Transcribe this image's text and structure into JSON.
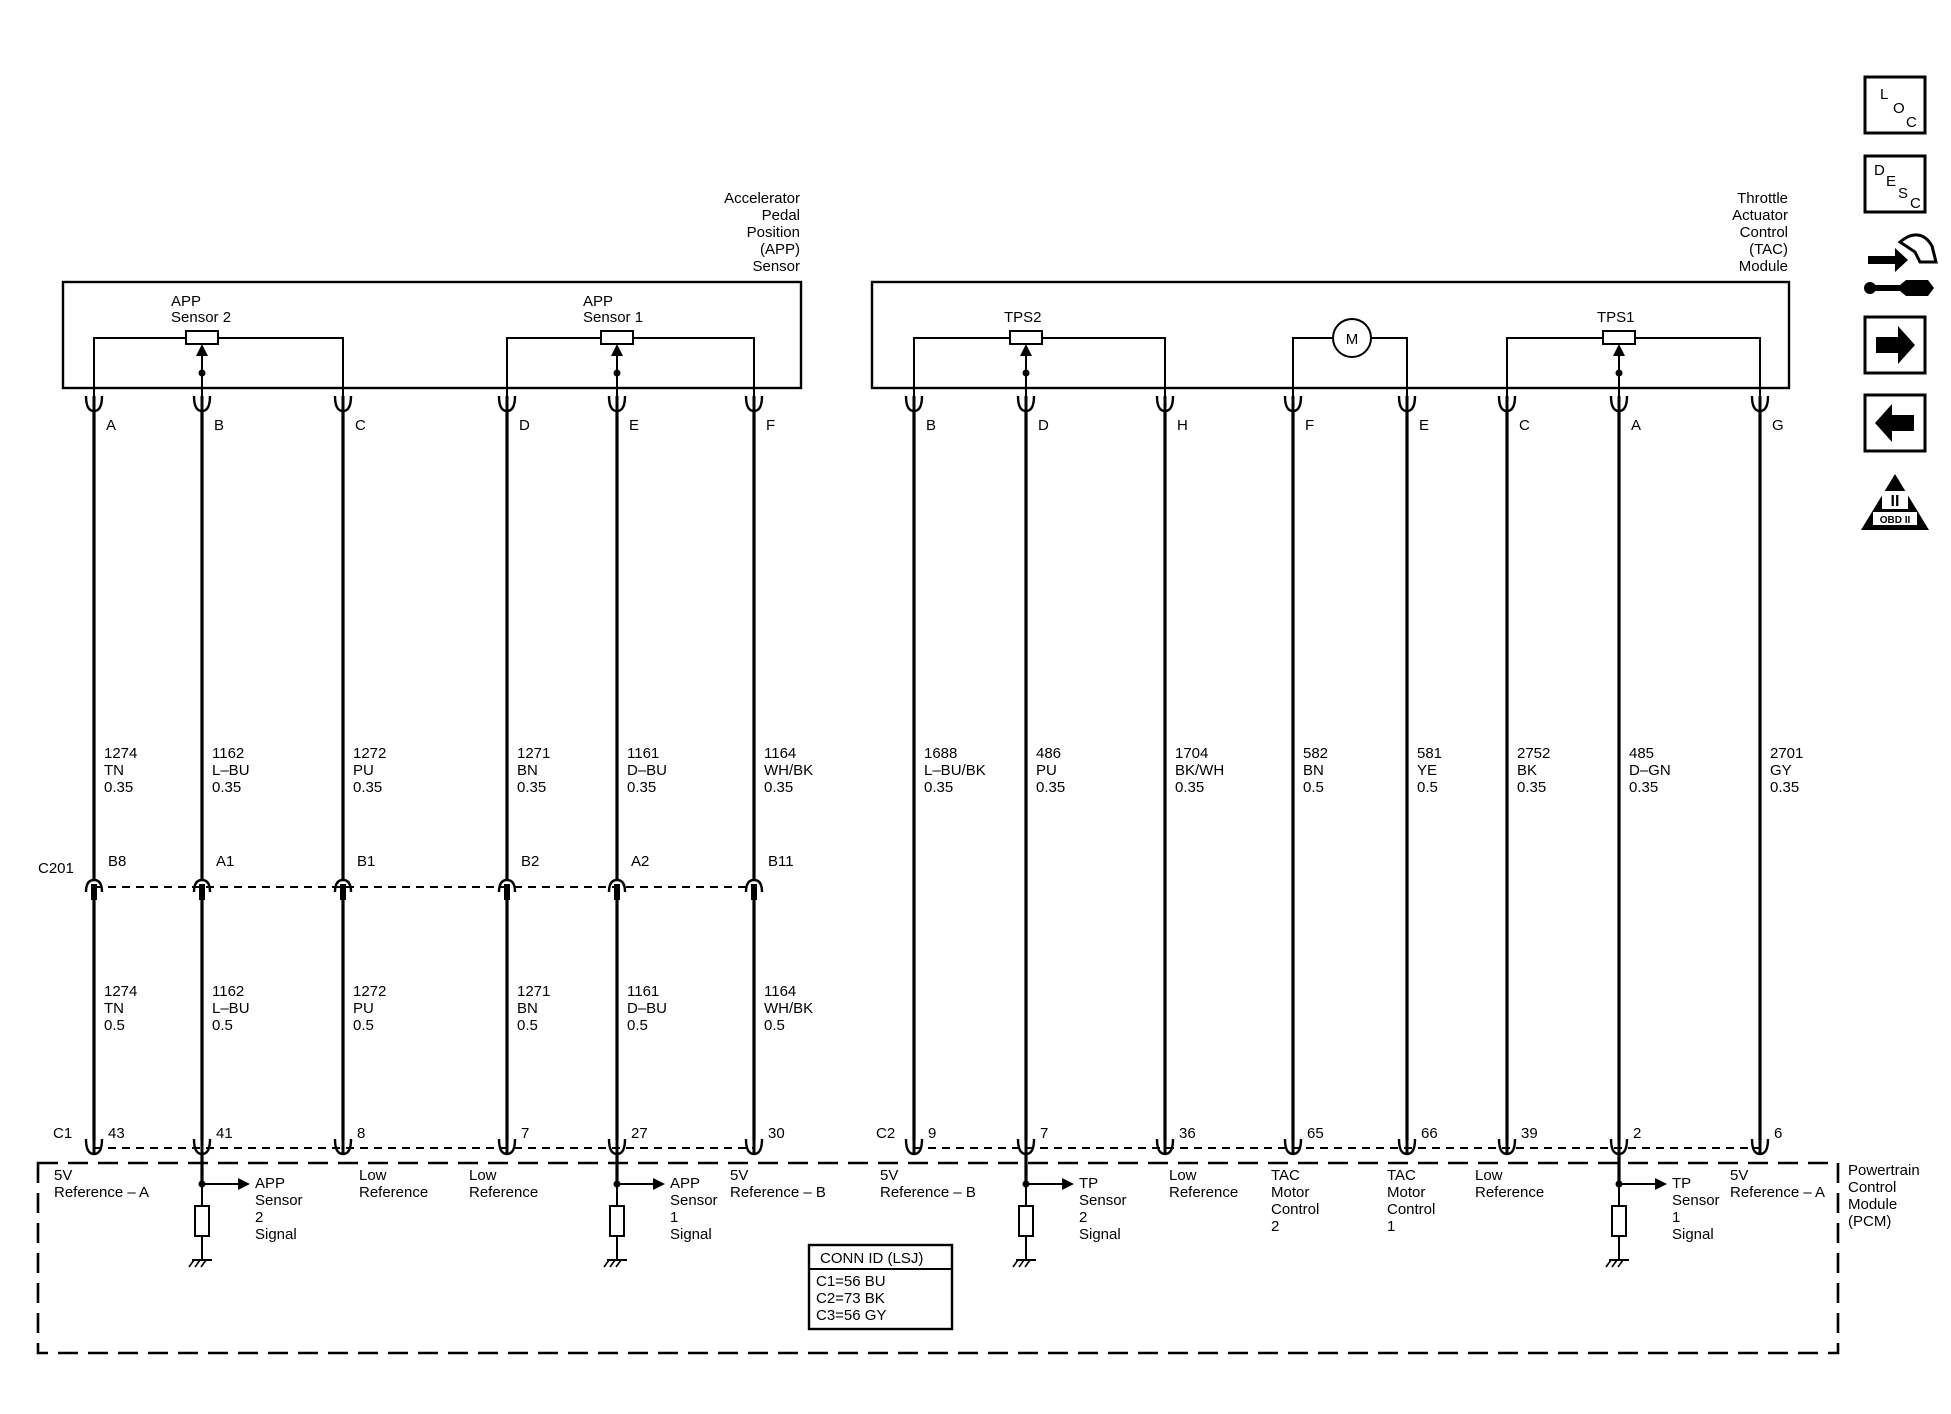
{
  "app_component": {
    "title_lines": [
      "Accelerator",
      "Pedal",
      "Position",
      "(APP)",
      "Sensor"
    ],
    "sensor2_label": [
      "APP",
      "Sensor 2"
    ],
    "sensor1_label": [
      "APP",
      "Sensor 1"
    ]
  },
  "tac_component": {
    "title_lines": [
      "Throttle",
      "Actuator",
      "Control",
      "(TAC)",
      "Module"
    ],
    "tps2_label": "TPS2",
    "tps1_label": "TPS1",
    "motor_label": "M"
  },
  "app_wires": [
    {
      "pin": "A",
      "upper": [
        "1274",
        "TN",
        "0.35"
      ],
      "c201_pin": "B8",
      "lower": [
        "1274",
        "TN",
        "0.5"
      ],
      "pcm_pin": "43",
      "pcm_label": [
        "5V",
        "Reference – A"
      ]
    },
    {
      "pin": "B",
      "upper": [
        "1162",
        "L–BU",
        "0.35"
      ],
      "c201_pin": "A1",
      "lower": [
        "1162",
        "L–BU",
        "0.5"
      ],
      "pcm_pin": "41",
      "pcm_label": [
        "APP",
        "Sensor",
        "2",
        "Signal"
      ]
    },
    {
      "pin": "C",
      "upper": [
        "1272",
        "PU",
        "0.35"
      ],
      "c201_pin": "B1",
      "lower": [
        "1272",
        "PU",
        "0.5"
      ],
      "pcm_pin": "8",
      "pcm_label": [
        "Low",
        "Reference"
      ]
    },
    {
      "pin": "D",
      "upper": [
        "1271",
        "BN",
        "0.35"
      ],
      "c201_pin": "B2",
      "lower": [
        "1271",
        "BN",
        "0.5"
      ],
      "pcm_pin": "7",
      "pcm_label": [
        "Low",
        "Reference"
      ]
    },
    {
      "pin": "E",
      "upper": [
        "1161",
        "D–BU",
        "0.35"
      ],
      "c201_pin": "A2",
      "lower": [
        "1161",
        "D–BU",
        "0.5"
      ],
      "pcm_pin": "27",
      "pcm_label": [
        "APP",
        "Sensor",
        "1",
        "Signal"
      ]
    },
    {
      "pin": "F",
      "upper": [
        "1164",
        "WH/BK",
        "0.35"
      ],
      "c201_pin": "B11",
      "lower": [
        "1164",
        "WH/BK",
        "0.5"
      ],
      "pcm_pin": "30",
      "pcm_label": [
        "5V",
        "Reference – B"
      ]
    }
  ],
  "tac_wires": [
    {
      "pin": "B",
      "wire": [
        "1688",
        "L–BU/BK",
        "0.35"
      ],
      "pcm_pin": "9",
      "pcm_label": [
        "5V",
        "Reference – B"
      ]
    },
    {
      "pin": "D",
      "wire": [
        "486",
        "PU",
        "0.35"
      ],
      "pcm_pin": "7",
      "pcm_label": [
        "TP",
        "Sensor",
        "2",
        "Signal"
      ]
    },
    {
      "pin": "H",
      "wire": [
        "1704",
        "BK/WH",
        "0.35"
      ],
      "pcm_pin": "36",
      "pcm_label": [
        "Low",
        "Reference"
      ]
    },
    {
      "pin": "F",
      "wire": [
        "582",
        "BN",
        "0.5"
      ],
      "pcm_pin": "65",
      "pcm_label": [
        "TAC",
        "Motor",
        "Control",
        "2"
      ]
    },
    {
      "pin": "E",
      "wire": [
        "581",
        "YE",
        "0.5"
      ],
      "pcm_pin": "66",
      "pcm_label": [
        "TAC",
        "Motor",
        "Control",
        "1"
      ]
    },
    {
      "pin": "C",
      "wire": [
        "2752",
        "BK",
        "0.35"
      ],
      "pcm_pin": "39",
      "pcm_label": [
        "Low",
        "Reference"
      ]
    },
    {
      "pin": "A",
      "wire": [
        "485",
        "D–GN",
        "0.35"
      ],
      "pcm_pin": "2",
      "pcm_label": [
        "TP",
        "Sensor",
        "1",
        "Signal"
      ]
    },
    {
      "pin": "G",
      "wire": [
        "2701",
        "GY",
        "0.35"
      ],
      "pcm_pin": "6",
      "pcm_label": [
        "5V",
        "Reference – A"
      ]
    }
  ],
  "connectors": {
    "c201": "C201",
    "c1": "C1",
    "c2": "C2"
  },
  "pcm": {
    "title_lines": [
      "Powertrain",
      "Control",
      "Module",
      "(PCM)"
    ],
    "conn_id_title": "CONN ID (LSJ)",
    "conn_id_lines": [
      "C1=56 BU",
      "C2=73 BK",
      "C3=56 GY"
    ]
  },
  "nav": {
    "loc": [
      "L",
      "O",
      "C"
    ],
    "desc": [
      "D",
      "E",
      "S",
      "C"
    ],
    "obd_badge": "II",
    "obd_text": "OBD II",
    "icons": [
      "troubleshooting-icon",
      "arrow-right-icon",
      "arrow-left-icon",
      "obd-ii-icon"
    ]
  }
}
